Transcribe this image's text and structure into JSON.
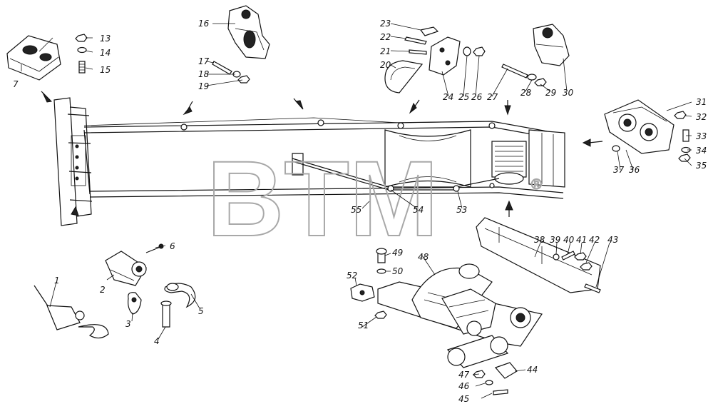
{
  "watermark": {
    "text": "BTM",
    "registered": "®"
  },
  "callouts": [
    {
      "id": "c1",
      "label": "1"
    },
    {
      "id": "c2",
      "label": "2"
    },
    {
      "id": "c3",
      "label": "3"
    },
    {
      "id": "c4",
      "label": "4"
    },
    {
      "id": "c5",
      "label": "5"
    },
    {
      "id": "c6",
      "label": "6"
    },
    {
      "id": "c7",
      "label": "7"
    },
    {
      "id": "c13",
      "label": "13"
    },
    {
      "id": "c14",
      "label": "14"
    },
    {
      "id": "c15",
      "label": "15"
    },
    {
      "id": "c16",
      "label": "16"
    },
    {
      "id": "c17",
      "label": "17"
    },
    {
      "id": "c18",
      "label": "18"
    },
    {
      "id": "c19",
      "label": "19"
    },
    {
      "id": "c20",
      "label": "20"
    },
    {
      "id": "c21",
      "label": "21"
    },
    {
      "id": "c22",
      "label": "22"
    },
    {
      "id": "c23",
      "label": "23"
    },
    {
      "id": "c24",
      "label": "24"
    },
    {
      "id": "c25",
      "label": "25"
    },
    {
      "id": "c26",
      "label": "26"
    },
    {
      "id": "c27",
      "label": "27"
    },
    {
      "id": "c28",
      "label": "28"
    },
    {
      "id": "c29",
      "label": "29"
    },
    {
      "id": "c30",
      "label": "30"
    },
    {
      "id": "c31",
      "label": "31"
    },
    {
      "id": "c32",
      "label": "32"
    },
    {
      "id": "c33",
      "label": "33"
    },
    {
      "id": "c34",
      "label": "34"
    },
    {
      "id": "c35",
      "label": "35"
    },
    {
      "id": "c36",
      "label": "36"
    },
    {
      "id": "c37",
      "label": "37"
    },
    {
      "id": "c38",
      "label": "38"
    },
    {
      "id": "c39",
      "label": "39"
    },
    {
      "id": "c40",
      "label": "40"
    },
    {
      "id": "c41",
      "label": "41"
    },
    {
      "id": "c42",
      "label": "42"
    },
    {
      "id": "c43",
      "label": "43"
    },
    {
      "id": "c44",
      "label": "44"
    },
    {
      "id": "c45",
      "label": "45"
    },
    {
      "id": "c46",
      "label": "46"
    },
    {
      "id": "c47",
      "label": "47"
    },
    {
      "id": "c48",
      "label": "48"
    },
    {
      "id": "c49",
      "label": "49"
    },
    {
      "id": "c50",
      "label": "50"
    },
    {
      "id": "c51",
      "label": "51"
    },
    {
      "id": "c52",
      "label": "52"
    },
    {
      "id": "c53",
      "label": "53"
    },
    {
      "id": "c54",
      "label": "54"
    },
    {
      "id": "c55",
      "label": "55"
    }
  ]
}
